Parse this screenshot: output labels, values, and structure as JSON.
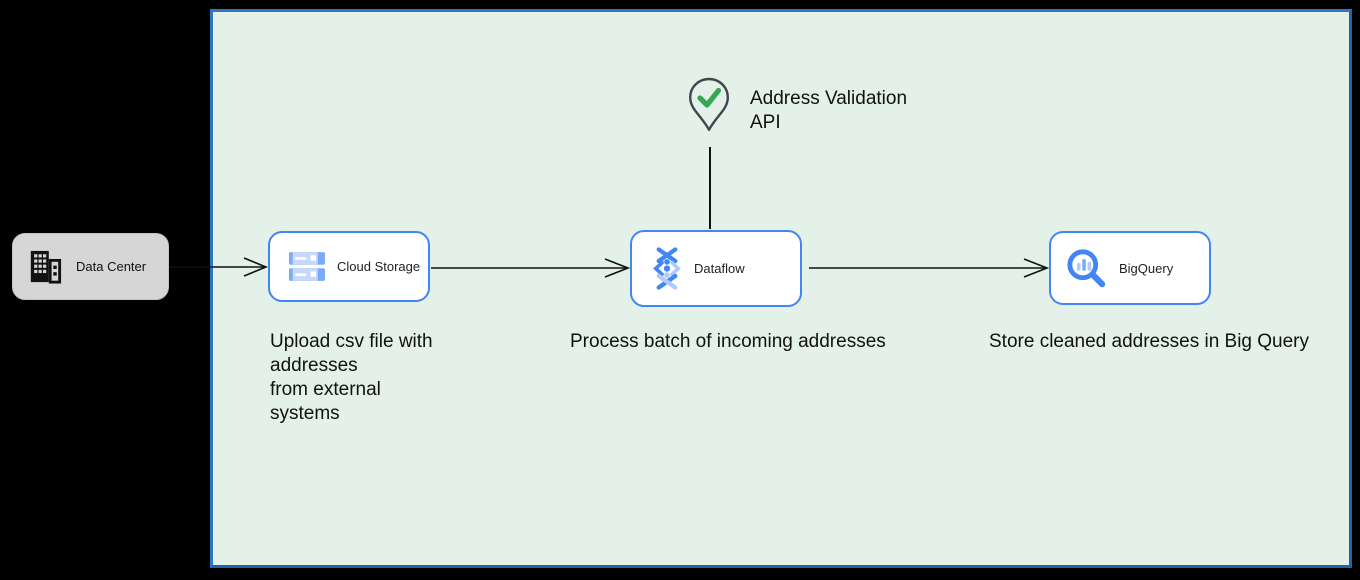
{
  "colors": {
    "page_bg": "#000000",
    "canvas_bg": "#e4f1e9",
    "canvas_border": "#2e77c2",
    "node_border": "#4285f4",
    "node_bg": "#ffffff",
    "external_node_bg": "#d6d6d6",
    "icon_blue": "#4285f4",
    "icon_light_blue": "#aecbfa",
    "check_green": "#34a853",
    "connector": "#111111",
    "text": "#111111"
  },
  "external_node": {
    "label": "Data Center",
    "icon": "building-icon"
  },
  "nodes": [
    {
      "id": "cloud-storage",
      "label": "Cloud Storage",
      "icon": "cloud-storage-icon",
      "caption": "Upload csv file with\naddresses\nfrom external\nsystems"
    },
    {
      "id": "dataflow",
      "label": "Dataflow",
      "icon": "dataflow-icon",
      "caption": "Process batch of incoming addresses"
    },
    {
      "id": "bigquery",
      "label": "BigQuery",
      "icon": "bigquery-icon",
      "caption": "Store cleaned addresses in Big Query"
    }
  ],
  "annotation": {
    "label": "Address Validation\nAPI",
    "icon": "map-pin-check-icon"
  },
  "connectors": [
    {
      "from": "data-center",
      "to": "cloud-storage",
      "style": "open-arrow"
    },
    {
      "from": "cloud-storage",
      "to": "dataflow",
      "style": "open-arrow"
    },
    {
      "from": "dataflow",
      "to": "bigquery",
      "style": "open-arrow"
    },
    {
      "from": "address-validation-pin",
      "to": "dataflow",
      "style": "plain-line"
    }
  ]
}
